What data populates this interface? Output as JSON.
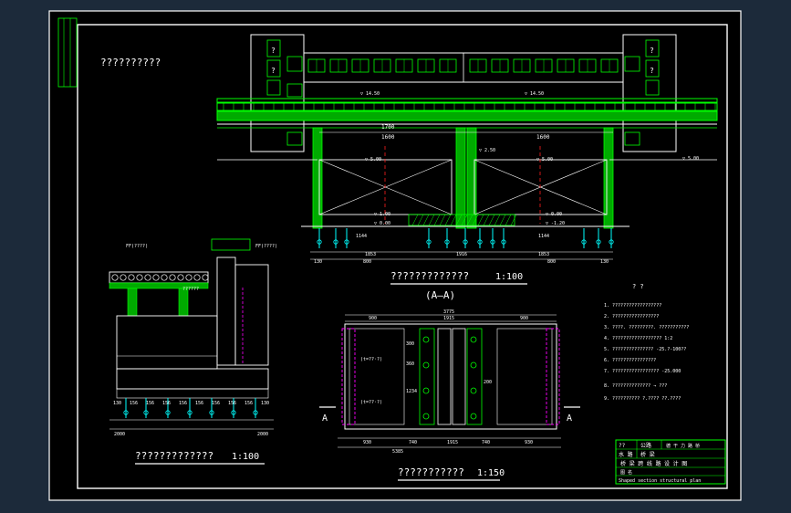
{
  "drawing": {
    "frame_color": "#ffffff",
    "green": "#00ff00",
    "cyan": "#00ffff",
    "yellow": "#ffff00",
    "magenta": "#ff00ff",
    "red": "#ff2020",
    "top_left_title": "??????????",
    "elevation": {
      "title": "?????????????",
      "scale": "1:100",
      "section_mark": "(A—A)",
      "dims_top": [
        "1700",
        "1600",
        "1600"
      ],
      "levels": [
        "▽ 14.50",
        "▽ 14.50",
        "▽ 2.50",
        "▽ 5.00",
        "▽ 5.00",
        "▽ 1.00",
        "▽ 0.00",
        "▽ -1.20",
        "▽ 0.00",
        "▽ 5.00"
      ],
      "dims_bottom": [
        "1144",
        "1144",
        "1853",
        "1916",
        "1853"
      ],
      "dims_base": [
        "130",
        "800",
        "800",
        "130"
      ]
    },
    "cross_section": {
      "title": "?????????????",
      "scale": "1:100",
      "dims_bottom": [
        "130",
        "156",
        "156",
        "156",
        "156",
        "156",
        "156",
        "156",
        "156",
        "130"
      ],
      "dims_total": [
        "2000",
        "2000"
      ],
      "labels": [
        "FF(????)",
        "FF(????)",
        "??????"
      ]
    },
    "plan": {
      "title": "???????????",
      "scale": "1:150",
      "section_mark": "A",
      "dims_top": [
        "900",
        "1915",
        "900"
      ],
      "dim_top_total": "3775",
      "dims_bottom": [
        "930",
        "740",
        "1915",
        "740",
        "930"
      ],
      "dim_bottom_total": "5385",
      "side_note": "(t=??·?)",
      "center_label": "(t=??·?)",
      "plan_dims": [
        "300",
        "360",
        "1234",
        "200"
      ]
    },
    "notes": {
      "header": "?  ?",
      "items": [
        "1. ??????????????????",
        "2. ?????????????????",
        "3. ????. ?????????. ???????????",
        "4. ?????????????????? 1:2",
        "5. ??????????????? -25.?-100??",
        "6. ????????????????",
        "7. ????????????????? -25.000",
        "8. ?????????????? → ???",
        "9. ??????????  ?.????       ??.????"
      ]
    },
    "title_block": {
      "row1": [
        "??",
        "公路",
        "德 干 力 路 桥"
      ],
      "row2": [
        "水 路",
        "桥 梁"
      ],
      "row3": "桥 梁 跨 线 路 设 计 图",
      "row4": "图 名",
      "row5": "Shaped section structural plan"
    }
  }
}
